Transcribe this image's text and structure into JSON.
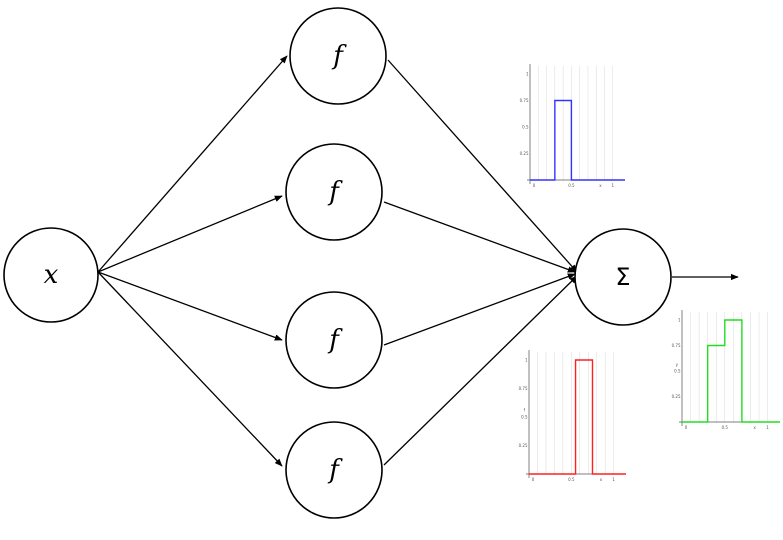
{
  "nodes": {
    "input": "x",
    "hidden": [
      "f",
      "f",
      "f",
      "f"
    ],
    "sum": "Σ"
  },
  "plots": [
    {
      "name": "blue-step-plot",
      "color": "#3333ff",
      "y_ticks": [
        "1",
        "0.75",
        "0.5",
        "0.25"
      ],
      "x_ticks": [
        "0",
        "0.5",
        "1"
      ],
      "x_label": "x",
      "steps": [
        {
          "from": 0.3,
          "to": 0.5,
          "level": 0.75
        }
      ]
    },
    {
      "name": "red-step-plot",
      "color": "#ff2020",
      "y_ticks": [
        "1",
        "0.75",
        "0.5",
        "0.25"
      ],
      "x_ticks": [
        "0",
        "0.5",
        "1"
      ],
      "x_label": "x",
      "y_label": "f",
      "steps": [
        {
          "from": 0.55,
          "to": 0.75,
          "level": 1.0
        }
      ]
    },
    {
      "name": "green-step-plot",
      "color": "#22dd22",
      "y_ticks": [
        "1",
        "0.75",
        "0.5",
        "0.25"
      ],
      "x_ticks": [
        "0",
        "0.5",
        "1"
      ],
      "x_label": "x",
      "y_label": "y",
      "steps": [
        {
          "from": 0.3,
          "to": 0.5,
          "level": 0.75
        },
        {
          "from": 0.5,
          "to": 0.7,
          "level": 1.0
        }
      ]
    }
  ]
}
